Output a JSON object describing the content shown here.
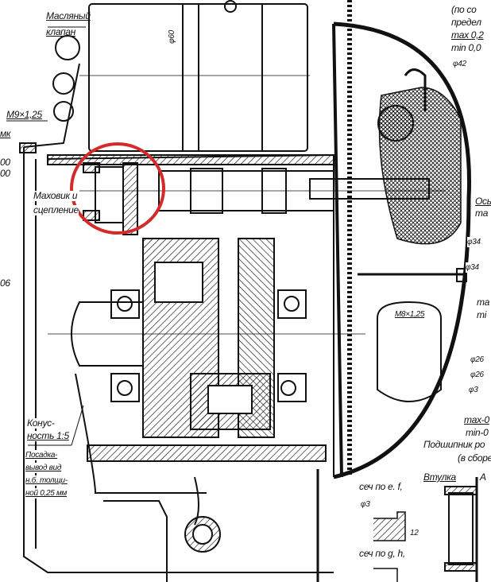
{
  "drawing": {
    "labels": {
      "oil_valve_1": "Масляный",
      "oil_valve_2": "клапан",
      "thread_m9": "M9×1,25",
      "left_partial_1": "мк",
      "left_partial_2": "00",
      "left_partial_3": "00",
      "flywheel_1": "Маховик и",
      "flywheel_2": "сцепление",
      "left_partial_4": "06",
      "taper_1": "Конус-",
      "taper_2": "ность 1:5",
      "fit_1": "Посадка-",
      "fit_2": "вывод вид",
      "fit_3": "н.б. толщи-",
      "fit_4": "ной 0,25 мм",
      "phi60": "φ60",
      "right_1": "(по со",
      "right_2": "предел",
      "right_3": "max 0,2",
      "right_4": "min 0,0",
      "phi42": "φ42",
      "axis_1": "Ось",
      "axis_2": "ma",
      "phi34a": "φ34",
      "phi34b": "φ34",
      "thread_m8": "M8×1,25",
      "ma": "ma",
      "mi": "mi",
      "phi26a": "φ26",
      "phi26b": "φ26",
      "phi3": "φ3",
      "max0": "max-0",
      "min0": "min-0",
      "bearing_1": "Подшипник ро",
      "bearing_2": "(в сборе",
      "bushing": "Втулка",
      "letter_a": "A",
      "section_ef": "сеч по е. f,",
      "section_phi3": "φ3",
      "section_12": "12",
      "section_gh": "сеч по g, h,"
    },
    "highlight_color": "#d42a2a"
  }
}
